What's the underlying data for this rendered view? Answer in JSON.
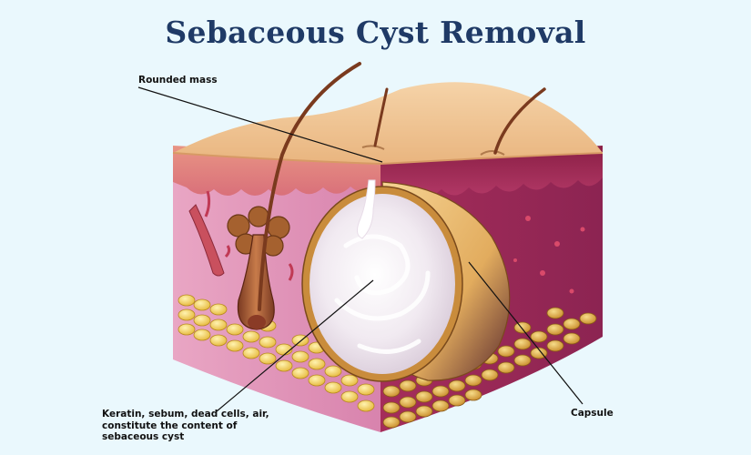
{
  "title": "Sebaceous Cyst Removal",
  "labels": {
    "rounded_mass": "Rounded mass",
    "capsule": "Capsule",
    "content_lines": [
      "Keratin, sebum, dead cells, air,",
      "constitute the content of",
      "sebaceous cyst"
    ]
  },
  "colors": {
    "background": "#eaf8fd",
    "title": "#1f3a66",
    "skin_top": "#f2c796",
    "dermis_left": "#e8a8c6",
    "dermis_right": "#a8325c",
    "fat": "#f3d35c",
    "cyst_white": "#f4eef4",
    "capsule": "#e8b860"
  }
}
